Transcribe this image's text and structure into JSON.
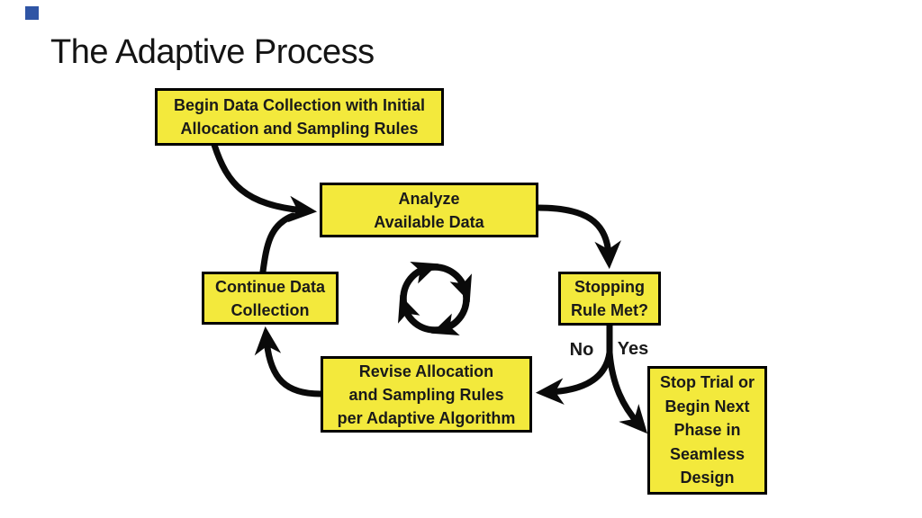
{
  "slide": {
    "title": "The Adaptive Process"
  },
  "colors": {
    "bg": "#FFFFFF",
    "box_fill": "#F3E93C",
    "box_border": "#000000",
    "text": "#1A1A1A",
    "arrow": "#0A0A0A",
    "accent": "#2F55A5",
    "title": "#141414"
  },
  "icons": {
    "center": "circular-cycle-arrows-icon"
  },
  "flowchart": {
    "nodes": [
      {
        "id": "begin",
        "label": "Begin Data Collection with Initial Allocation and Sampling Rules",
        "lines": [
          "Begin Data Collection with Initial",
          "Allocation and Sampling Rules"
        ]
      },
      {
        "id": "analyze",
        "label": "Analyze Available Data",
        "lines": [
          "Analyze",
          "Available Data"
        ]
      },
      {
        "id": "continue",
        "label": "Continue Data Collection",
        "lines": [
          "Continue Data",
          "Collection"
        ]
      },
      {
        "id": "stopping",
        "label": "Stopping Rule Met?",
        "lines": [
          "Stopping",
          "Rule Met?"
        ]
      },
      {
        "id": "revise",
        "label": "Revise Allocation and Sampling Rules per Adaptive Algorithm",
        "lines": [
          "Revise Allocation",
          "and Sampling Rules",
          "per Adaptive Algorithm"
        ]
      },
      {
        "id": "stop_trial",
        "label": "Stop Trial or Begin Next Phase in Seamless Design",
        "lines": [
          "Stop Trial or",
          "Begin Next",
          "Phase in",
          "Seamless",
          "Design"
        ]
      }
    ],
    "decision_labels": {
      "no": "No",
      "yes": "Yes"
    },
    "edges": [
      {
        "from": "begin",
        "to": "analyze",
        "label": ""
      },
      {
        "from": "analyze",
        "to": "stopping",
        "label": ""
      },
      {
        "from": "stopping",
        "to": "revise",
        "label": "No"
      },
      {
        "from": "stopping",
        "to": "stop_trial",
        "label": "Yes"
      },
      {
        "from": "revise",
        "to": "continue",
        "label": ""
      },
      {
        "from": "continue",
        "to": "analyze",
        "label": ""
      }
    ]
  }
}
